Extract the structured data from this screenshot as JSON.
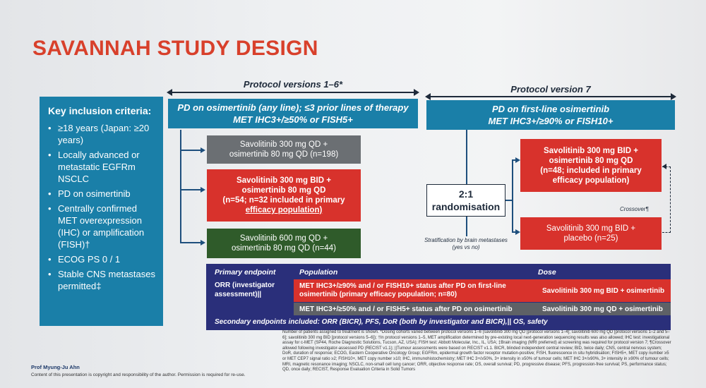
{
  "title": "SAVANNAH STUDY DESIGN",
  "protocol_left": "Protocol versions 1–6*",
  "protocol_right": "Protocol version 7",
  "inclusion": {
    "heading": "Key inclusion criteria:",
    "items": [
      "≥18 years (Japan: ≥20 years)",
      "Locally advanced or metastatic EGFRm NSCLC",
      "PD on osimertinib",
      "Centrally confirmed MET overexpression (IHC) or amplification (FISH)†",
      "ECOG PS 0 / 1",
      "Stable CNS metastases permitted‡"
    ]
  },
  "left_header": {
    "line1": "PD on osimertinib (any line); ≤3 prior lines of therapy",
    "line2": "MET IHC3+/≥50% or FISH5+"
  },
  "right_header": {
    "line1": "PD on first-line osimertinib",
    "line2": "MET IHC3+/≥90% or FISH10+"
  },
  "arms_left": [
    {
      "line1": "Savolitinib 300 mg QD +",
      "line2": "osimertinib 80 mg QD (n=198)",
      "line3": "",
      "line4": ""
    },
    {
      "line1": "Savolitinib 300 mg BID +",
      "line2": "osimertinib 80 mg QD",
      "line3": "(n=54; n=32 included in primary",
      "line4": "efficacy population)"
    },
    {
      "line1": "Savolitinib 600 mg QD +",
      "line2": "osimertinib 80 mg QD (n=44)",
      "line3": "",
      "line4": ""
    }
  ],
  "arms_right": [
    {
      "line1": "Savolitinib 300 mg BID +",
      "line2": "osimertinib 80 mg QD",
      "line3": "(n=48; included in primary",
      "line4": "efficacy population)"
    },
    {
      "line1": "Savolitinib 300 mg BID +",
      "line2": "placebo (n=25)",
      "line3": "",
      "line4": ""
    }
  ],
  "randomisation": {
    "ratio": "2:1",
    "label": "randomisation"
  },
  "stratification": "Stratification by brain metastases (yes vs no)",
  "crossover": "Crossover¶",
  "endpoints": {
    "primary_label": "Primary endpoint",
    "population_label": "Population",
    "dose_label": "Dose",
    "primary_value": "ORR (investigator assessment)||",
    "rows": [
      {
        "population": "MET IHC3+/≥90% and / or FISH10+ status after PD on first-line osimertinib (primary efficacy population; n=80)",
        "dose": "Savolitinib 300 mg BID + osimertinib"
      },
      {
        "population": "MET IHC3+/≥50% and / or FISH5+ status after PD on osimertinib",
        "dose": "Savolitinib 300 mg QD + osimertinib"
      }
    ],
    "secondary": "Secondary endpoints included: ORR (BICR), PFS, DoR (both by investigator and BICR),|| OS, safety"
  },
  "footnote": "Number of patients assigned to treatment is shown. *Dosing cohorts varied between protocol versions 1–6 (savolitinib 300 mg QD [protocol versions 1–4]; savolitinib 600 mg QD [protocol versions 1–2 and 5–6]; savolitinib 300 mg BID [protocol versions 5–6]); †In protocol versions 1–5, MET amplification determined by pre-existing local next-generation sequencing results was also allowed; IHC test: investigational assay for c-MET (SP44, Roche Diagnostic Solutions, Tucson, AZ, USA); FISH test: Abbott Molecular, Inc., IL, USA; ‡Brain imaging (MRI preferred) at screening was required for protocol version 7; ¶Crossover allowed following investigator-assessed PD (RECIST v1.1); ||Tumour assessments were based on RECIST v1.1. BICR, blinded independent central review; BID, twice daily; CNS, central nervous system; DoR, duration of response; ECOG, Eastern Cooperative Oncology Group; EGFRm, epidermal growth factor receptor mutation-positive; FISH, fluorescence in situ hybridisation; FISH5+, MET copy number ≥5 or MET CEP7 signal ratio ≥2; FISH10+, MET copy number ≥10; IHC, immunohistochemistry; MET IHC 3+/≥50%, 3+ intensity in ≥50% of tumour cells; MET IHC 3+/≥90%, 3+ intensity in ≥90% of tumour cells; MRI, magnetic resonance imaging; NSCLC, non-small cell lung cancer; ORR, objective response rate; OS, overall survival; PD, progressive disease; PFS, progression-free survival; PS, performance status; QD, once daily; RECIST, Response Evaluation Criteria in Solid Tumors",
  "author": "Prof Myung-Ju Ahn",
  "copyright": "Content of this presentation is copyright and responsibility of the author. Permission is required for re-use."
}
